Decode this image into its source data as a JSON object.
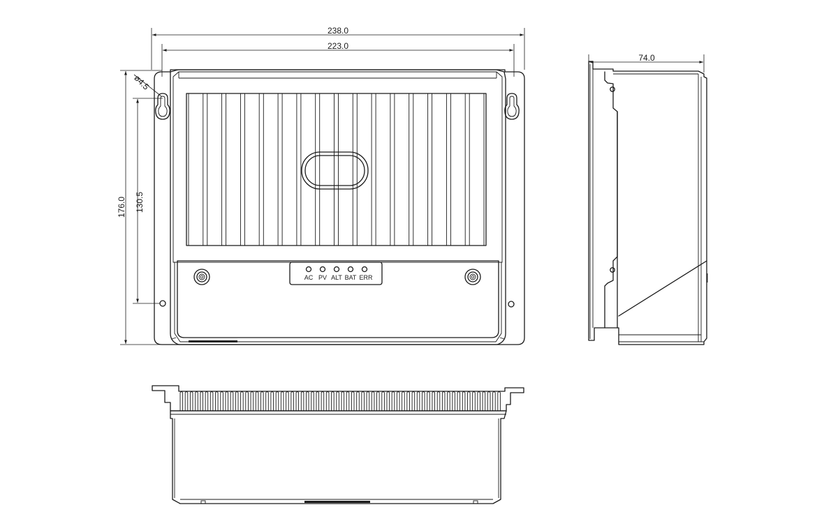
{
  "dimensions": {
    "overall_width": "238.0",
    "body_width": "223.0",
    "overall_height": "176.0",
    "hole_spacing": "130.5",
    "hole_diameter": "ø4.5",
    "depth": "74.0"
  },
  "indicators": [
    "AC",
    "PV",
    "ALT",
    "BAT",
    "ERR"
  ],
  "colors": {
    "line": "#1a1a1a",
    "background": "#ffffff"
  }
}
